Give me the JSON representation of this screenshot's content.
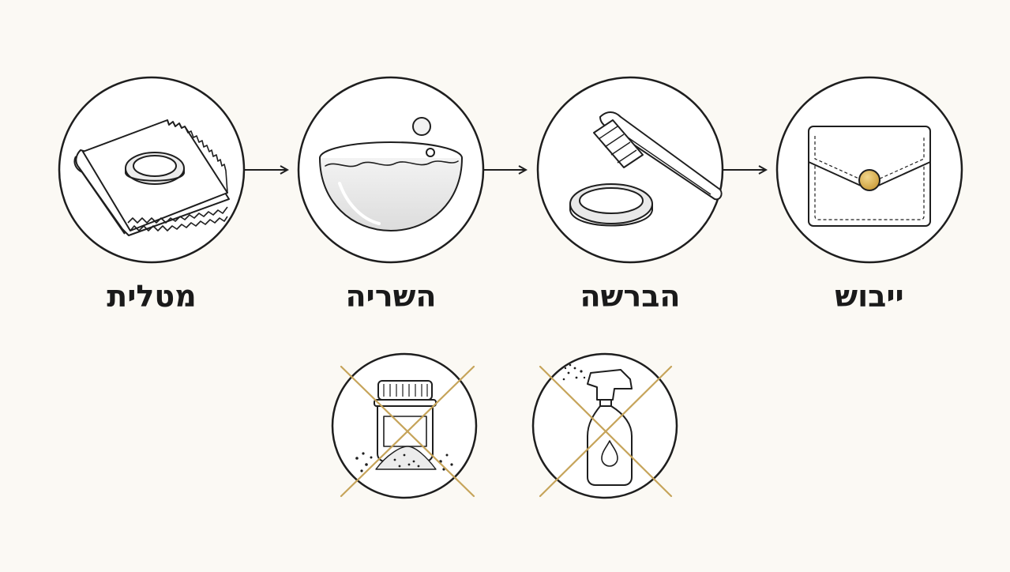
{
  "steps": [
    {
      "label": "מטלית",
      "icon": "cloth-with-ring-icon"
    },
    {
      "label": "השריה",
      "icon": "soaking-bowl-icon"
    },
    {
      "label": "הברשה",
      "icon": "toothbrush-and-ring-icon"
    },
    {
      "label": "ייבוש",
      "icon": "pouch-icon"
    }
  ],
  "warnings": [
    {
      "icon": "powder-jar-icon",
      "crossed": true
    },
    {
      "icon": "spray-bottle-icon",
      "crossed": true
    }
  ],
  "colors": {
    "background": "#fbf9f4",
    "stroke": "#1e1e1e",
    "cross": "#c6a45a",
    "accent_gold": "#d8b35a"
  }
}
